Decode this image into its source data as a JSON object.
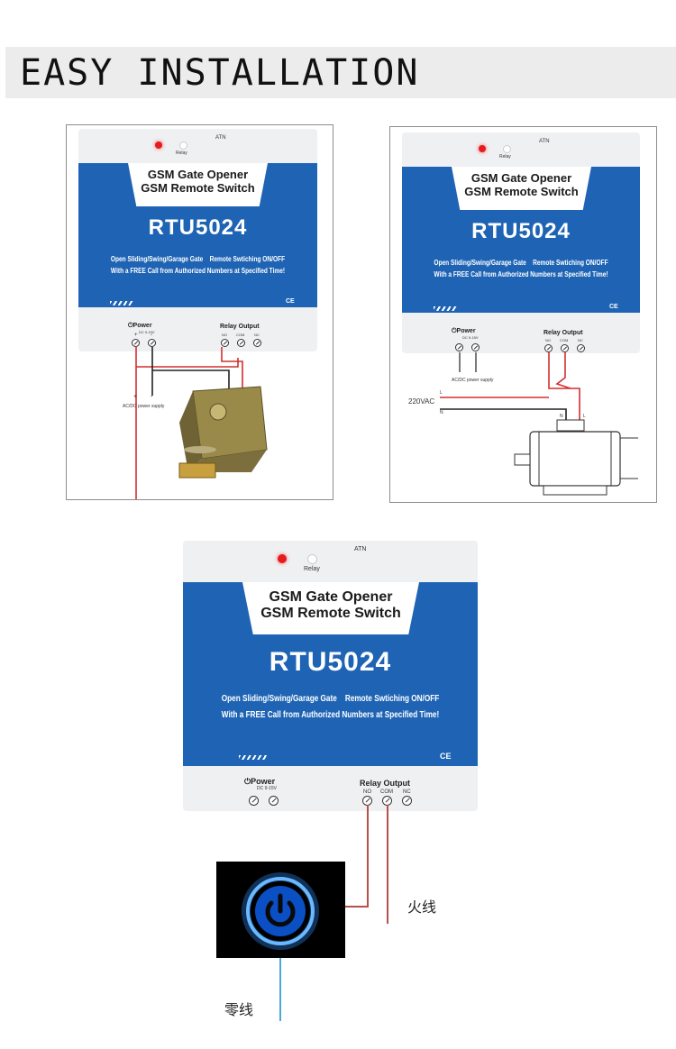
{
  "banner": {
    "title": "EASY INSTALLATION"
  },
  "device": {
    "antenna": "ATN",
    "relay_led": "Relay",
    "line1": "GSM Gate Opener",
    "line2": "GSM Remote Switch",
    "model": "RTU5024",
    "desc1": "Open Sliding/Swing/Garage Gate    Remote Swtiching ON/OFF",
    "desc2": "With a FREE Call from Authorized Numbers at Specified Time!",
    "ce": "CE",
    "power_label": "Power",
    "power_sub": "DC 9-15V",
    "plus": "+",
    "minus": "-",
    "relay_output": "Relay Output",
    "no": "NO",
    "com": "COM",
    "nc": "NC"
  },
  "diagram1": {
    "supply": "AC/DC power supply",
    "plus": "+",
    "minus": "-"
  },
  "diagram2": {
    "supply": "AC/DC power supply",
    "voltage": "220VAC",
    "l": "L",
    "n": "N",
    "motor_n": "N",
    "motor_l": "L"
  },
  "diagram3": {
    "live": "火线",
    "neutral": "零线"
  },
  "colors": {
    "blue": "#1f64b4",
    "wire_red": "#d32f2f",
    "wire_blue": "#4aa9d6"
  }
}
